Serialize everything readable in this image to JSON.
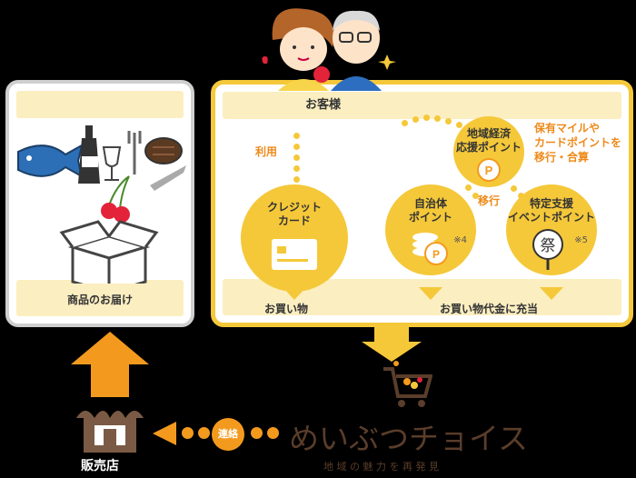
{
  "customer_label": "お客様",
  "left_panel": {
    "delivery_label": "商品のお届け"
  },
  "right_panel": {
    "use_label": "利用",
    "shopping_label": "お買い物",
    "apply_label": "お買い物代金に充当",
    "transfer_label": "移行"
  },
  "points": {
    "regional": "地域経済\n応援ポイント",
    "credit": "クレジット\nカード",
    "municipal": "自治体\nポイント",
    "event": "特定支援\nイベントポイント",
    "municipal_note": "※4",
    "event_note": "※5",
    "festival_char": "祭"
  },
  "side_note": "保有マイルや\nカードポイントを\n移行・合算",
  "bottom": {
    "store_label": "販売店",
    "contact_label": "連絡",
    "brand_name": "めいぶつチョイス",
    "brand_tagline": "地 域 の 魅 力 を 再 発 見"
  },
  "colors": {
    "accent": "#f5c83a",
    "orange": "#f39a1e",
    "bar": "#fbeec0"
  }
}
